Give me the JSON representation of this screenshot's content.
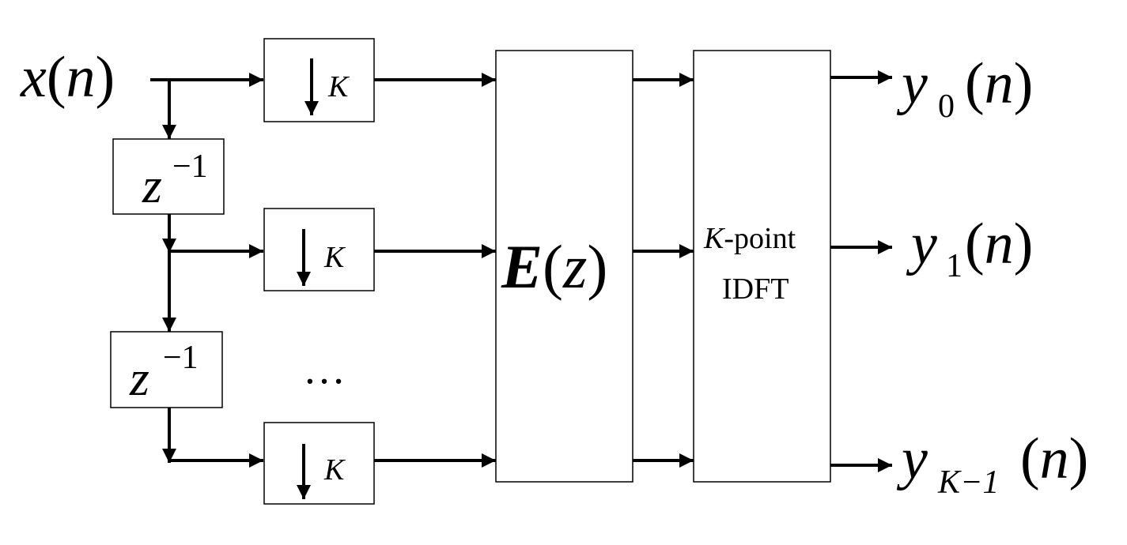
{
  "diagram": {
    "input": {
      "var": "x",
      "arg": "n"
    },
    "delay": {
      "base": "z",
      "exponent": "−1"
    },
    "downsampler": {
      "factor": "K"
    },
    "ellipsis": "…",
    "polyphase": {
      "name": "E",
      "arg": "z"
    },
    "idft": {
      "line1_var": "K",
      "line1_rest": "-point",
      "line2": "IDFT"
    },
    "outputs": [
      {
        "var": "y",
        "sub": "0",
        "arg": "n"
      },
      {
        "var": "y",
        "sub": "1",
        "arg": "n"
      },
      {
        "var": "y",
        "sub": "K−1",
        "arg": "n"
      }
    ],
    "paren_open": "(",
    "paren_close": ")"
  }
}
